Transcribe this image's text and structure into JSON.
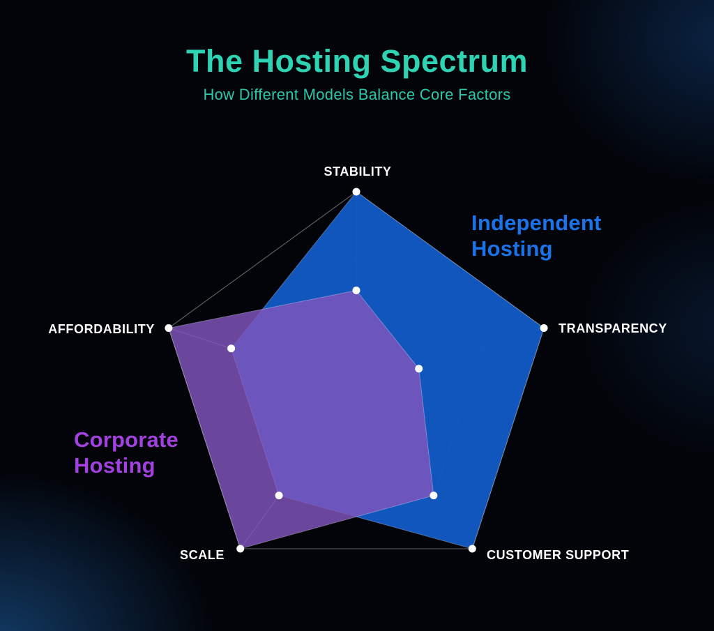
{
  "header": {
    "title": "The Hosting Spectrum",
    "subtitle": "How Different Models Balance Core Factors"
  },
  "colors": {
    "title_teal": "#2ed3b4",
    "subtitle_teal": "#2cc8aa",
    "independent_label_blue": "#1a73e8",
    "corporate_label_purple": "#a341e0",
    "independent_fill": "rgba(17,89,194,0.97)",
    "corporate_fill": "rgba(130,85,190,0.82)",
    "polygon_edge": "rgba(255,255,255,0.3)",
    "grid_line": "rgba(255,255,255,0.38)",
    "data_point": "#ffffff",
    "axis_label_text": "#ffffff",
    "background_base": "#020409",
    "background_glow_navy": "#133c68"
  },
  "chart_data": {
    "type": "radar",
    "title": "The Hosting Spectrum",
    "subtitle": "How Different Models Balance Core Factors",
    "categories": [
      "STABILITY",
      "TRANSPARENCY",
      "CUSTOMER SUPPORT",
      "SCALE",
      "AFFORDABILITY"
    ],
    "max": 3,
    "grid_levels": 3,
    "grid": true,
    "legend_position": "labels-beside-chart",
    "series": [
      {
        "name": "Independent Hosting",
        "color": "#1a73e8",
        "values": [
          3,
          3,
          3,
          2,
          2
        ]
      },
      {
        "name": "Corporate Hosting",
        "color": "#a341e0",
        "values": [
          1.5,
          1,
          2,
          3,
          3
        ]
      }
    ]
  },
  "series_labels": {
    "independent": {
      "line1": "Independent",
      "line2": "Hosting"
    },
    "corporate": {
      "line1": "Corporate",
      "line2": "Hosting"
    }
  }
}
